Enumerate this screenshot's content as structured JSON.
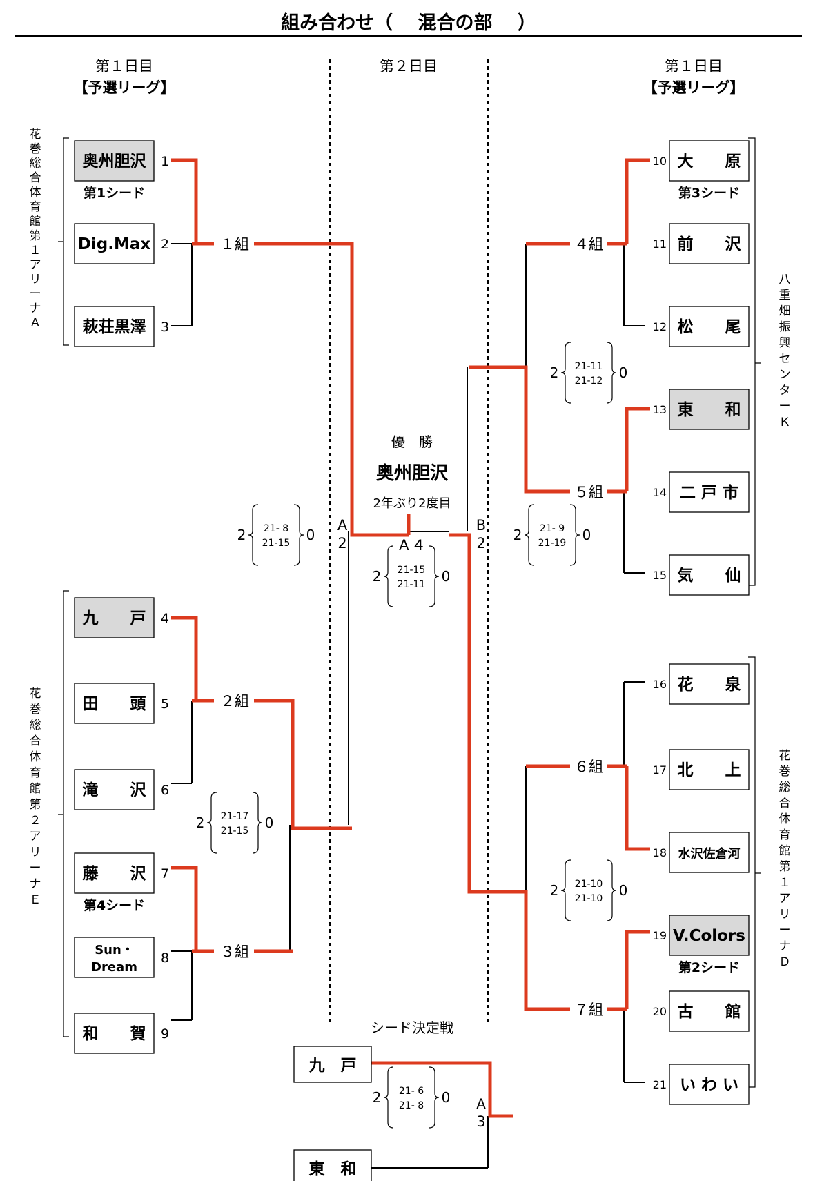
{
  "title": "組み合わせ（　 混合の部 　）",
  "headers": {
    "left_day": "第１日目",
    "left_league": "【予選リーグ】",
    "center_day": "第２日目",
    "right_day": "第１日目",
    "right_league": "【予選リーグ】"
  },
  "venues": {
    "venue_a": "花巻総合体育館第１アリーナＡ",
    "venue_e": "花巻総合体育館第２アリーナＥ",
    "venue_k": "八重畑振興センターＫ",
    "venue_d": "花巻総合体育館第１アリーナＤ"
  },
  "teams": [
    {
      "no": "1",
      "name": "奥州胆沢",
      "seed": "第1シード",
      "shaded": true
    },
    {
      "no": "2",
      "name": "Dig.Max",
      "seed": "",
      "shaded": false
    },
    {
      "no": "3",
      "name": "萩荘黒澤",
      "seed": "",
      "shaded": false
    },
    {
      "no": "4",
      "name": "九　　戸",
      "seed": "",
      "shaded": true
    },
    {
      "no": "5",
      "name": "田　　頭",
      "seed": "",
      "shaded": false
    },
    {
      "no": "6",
      "name": "滝　　沢",
      "seed": "",
      "shaded": false
    },
    {
      "no": "7",
      "name": "藤　　沢",
      "seed": "第4シード",
      "shaded": false
    },
    {
      "no": "8",
      "name": "Sun・Dream",
      "line1": "Sun・",
      "line2": "Dream",
      "seed": "",
      "shaded": false
    },
    {
      "no": "9",
      "name": "和　　賀",
      "seed": "",
      "shaded": false
    },
    {
      "no": "10",
      "name": "大　　原",
      "seed": "第3シード",
      "shaded": false
    },
    {
      "no": "11",
      "name": "前　　沢",
      "seed": "",
      "shaded": false
    },
    {
      "no": "12",
      "name": "松　　尾",
      "seed": "",
      "shaded": false
    },
    {
      "no": "13",
      "name": "東　　和",
      "seed": "",
      "shaded": true
    },
    {
      "no": "14",
      "name": "二 戸 市",
      "seed": "",
      "shaded": false
    },
    {
      "no": "15",
      "name": "気　　仙",
      "seed": "",
      "shaded": false
    },
    {
      "no": "16",
      "name": "花　　泉",
      "seed": "",
      "shaded": false
    },
    {
      "no": "17",
      "name": "北　　上",
      "seed": "",
      "shaded": false
    },
    {
      "no": "18",
      "name": "水沢佐倉河",
      "seed": "",
      "shaded": false
    },
    {
      "no": "19",
      "name": "V.Colors",
      "seed": "第2シード",
      "shaded": true
    },
    {
      "no": "20",
      "name": "古　　館",
      "seed": "",
      "shaded": false
    },
    {
      "no": "21",
      "name": "い わ い",
      "seed": "",
      "shaded": false
    }
  ],
  "groups": [
    "１組",
    "２組",
    "３組",
    "４組",
    "５組",
    "６組",
    "７組"
  ],
  "match_labels": {
    "a2_l": "A",
    "a2_r": "2",
    "b2_l": "B",
    "b2_r": "2",
    "a4": "Ａ４",
    "a3_l": "A",
    "a3_r": "3"
  },
  "scores": [
    {
      "id": "sf_left",
      "left": "2",
      "set1": "21- 8",
      "set2": "21-15",
      "right": "0"
    },
    {
      "id": "final",
      "left": "2",
      "set1": "21-15",
      "set2": "21-11",
      "right": "0"
    },
    {
      "id": "sf_right",
      "left": "2",
      "set1": "21- 9",
      "set2": "21-19",
      "right": "0"
    },
    {
      "id": "qf_23",
      "left": "2",
      "set1": "21-17",
      "set2": "21-15",
      "right": "0"
    },
    {
      "id": "qf_45",
      "left": "2",
      "set1": "21-11",
      "set2": "21-12",
      "right": "0"
    },
    {
      "id": "qf_67",
      "left": "2",
      "set1": "21-10",
      "set2": "21-10",
      "right": "0"
    },
    {
      "id": "seed_match",
      "left": "2",
      "set1": "21- 6",
      "set2": "21- 8",
      "right": "0"
    }
  ],
  "champion": {
    "label": "優　勝",
    "name": "奥州胆沢",
    "note": "2年ぶり2度目"
  },
  "seed_decider": {
    "title": "シード決定戦",
    "team_top": "九　戸",
    "team_bottom": "東　和"
  },
  "colors": {
    "win_line": "#dc3a1e",
    "shaded_box": "#d9d9d9"
  }
}
